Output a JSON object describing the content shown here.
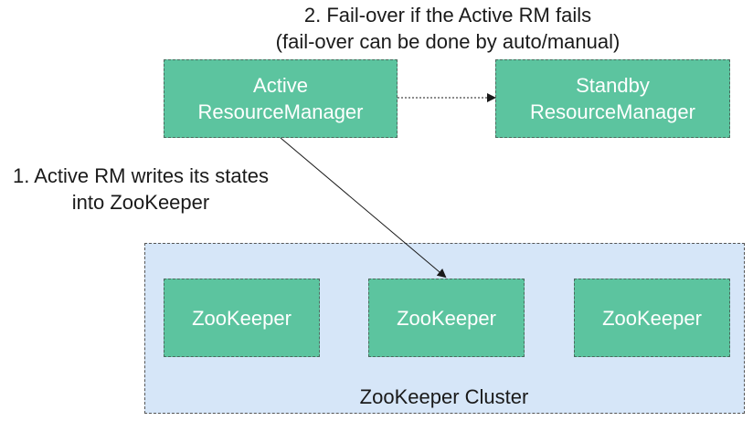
{
  "failover": {
    "line1": "2. Fail-over if the Active RM fails",
    "line2": "(fail-over can be done by auto/manual)"
  },
  "active_rm": {
    "line1": "Active",
    "line2": "ResourceManager"
  },
  "standby_rm": {
    "line1": "Standby",
    "line2": "ResourceManager"
  },
  "writes_note": {
    "line1": "1. Active RM writes its states",
    "line2": "into ZooKeeper"
  },
  "cluster": {
    "label": "ZooKeeper Cluster",
    "nodes": [
      "ZooKeeper",
      "ZooKeeper",
      "ZooKeeper"
    ]
  },
  "colors": {
    "node_fill": "#5cc49f",
    "node_text": "#ffffff",
    "cluster_fill": "#d6e6f8",
    "edge": "#1a1a1a"
  }
}
